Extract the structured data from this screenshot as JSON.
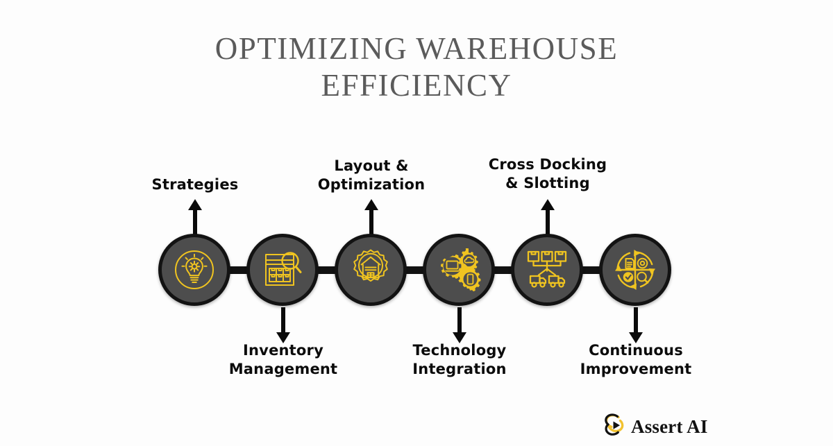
{
  "title": {
    "line1": "OPTIMIZING WAREHOUSE",
    "line2": "EFFICIENCY"
  },
  "colors": {
    "background": "#fdfdfd",
    "title_text": "#5b5b5b",
    "circle_fill": "#4d4d4d",
    "circle_border": "#131313",
    "icon_accent": "#f0c420",
    "label_text": "#0b0b0b",
    "connector": "#121212",
    "logo_accent": "#f2c230"
  },
  "nodes": [
    {
      "id": "strategies",
      "label": "Strategies",
      "icon": "lightbulb-gear-icon",
      "label_position": "top",
      "arrow": "arrow-up"
    },
    {
      "id": "inventory-management",
      "label": "Inventory\nManagement",
      "icon": "inventory-search-icon",
      "label_position": "bottom",
      "arrow": "arrow-down"
    },
    {
      "id": "layout-optimization",
      "label": "Layout &\nOptimization",
      "icon": "warehouse-gear-icon",
      "label_position": "top",
      "arrow": "arrow-up"
    },
    {
      "id": "technology-integration",
      "label": "Technology\nIntegration",
      "icon": "gears-devices-icon",
      "label_position": "bottom",
      "arrow": "arrow-down"
    },
    {
      "id": "cross-docking-slotting",
      "label": "Cross Docking\n& Slotting",
      "icon": "boxes-trucks-icon",
      "label_position": "top",
      "arrow": "arrow-up"
    },
    {
      "id": "continuous-improvement",
      "label": "Continuous\nImprovement",
      "icon": "pdca-cycle-icon",
      "label_position": "bottom",
      "arrow": "arrow-down"
    }
  ],
  "logo": {
    "mark": "assert-ai-swirl-mark",
    "text": "Assert AI"
  }
}
